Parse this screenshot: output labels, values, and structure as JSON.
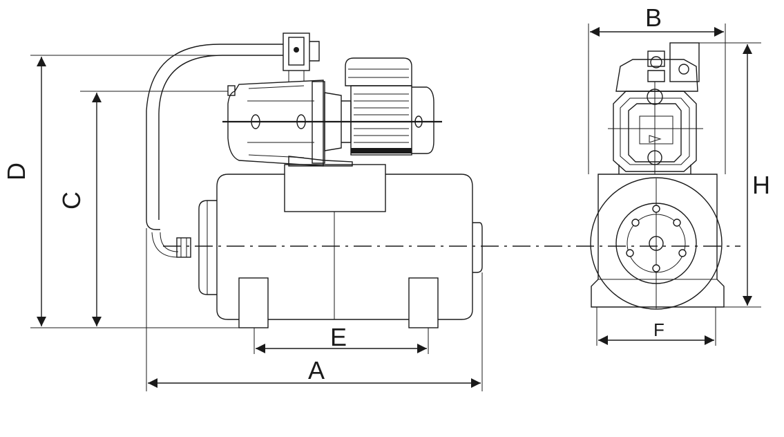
{
  "dimension_labels": {
    "A": "A",
    "B": "B",
    "C": "C",
    "D": "D",
    "E": "E",
    "F": "F",
    "H": "H"
  }
}
